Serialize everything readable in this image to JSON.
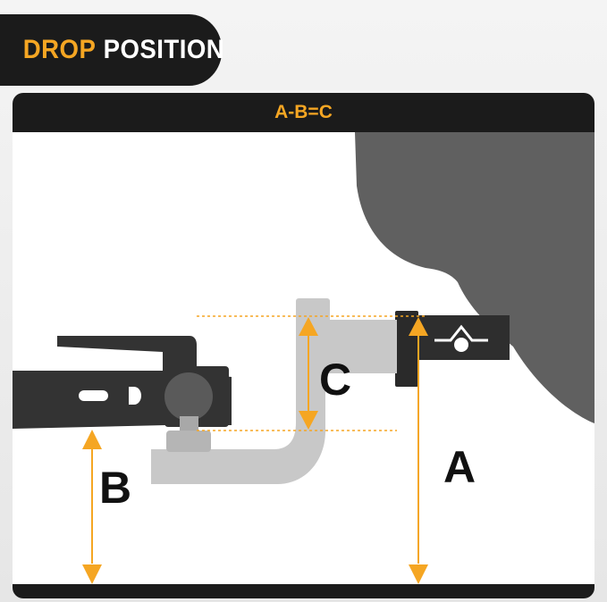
{
  "title": {
    "word1": "DROP",
    "word2": "POSITION",
    "accent_color": "#f5a623"
  },
  "equation": "A-B=C",
  "labels": {
    "a": "A",
    "b": "B",
    "c": "C"
  },
  "colors": {
    "arrow": "#f5a623",
    "vehicle": "#606060",
    "trailer": "#333333",
    "hitch_mount": "#c8c8c8",
    "receiver": "#2e2e2e"
  }
}
